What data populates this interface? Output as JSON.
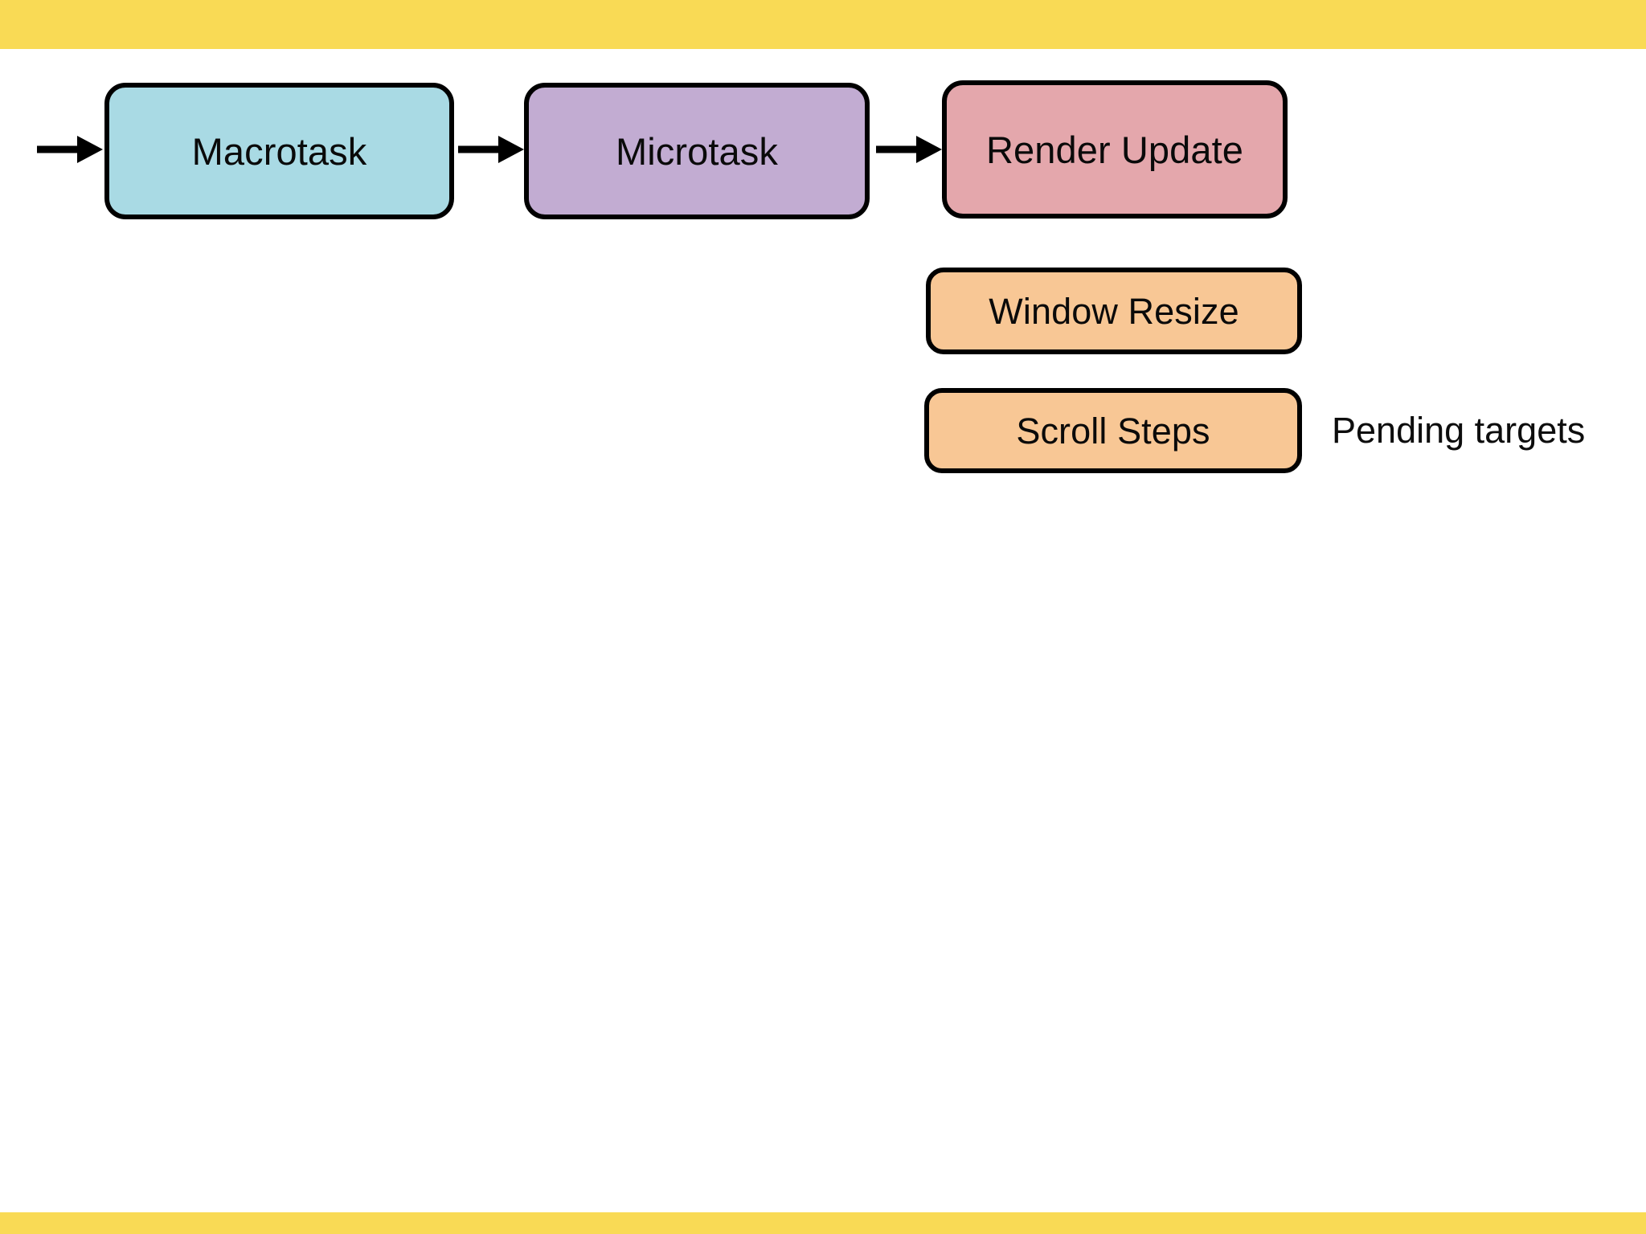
{
  "page": {
    "background_color": "#ffffff",
    "band_color": "#F9DA55"
  },
  "diagram": {
    "type": "flow-diagram",
    "title_text": "",
    "pipeline": [
      {
        "id": "macrotask",
        "label": "Macrotask",
        "fill": "#A9DAE4",
        "stroke": "#000000"
      },
      {
        "id": "microtask",
        "label": "Microtask",
        "fill": "#C2ACD2",
        "stroke": "#000000"
      },
      {
        "id": "render-update",
        "label": "Render Update",
        "fill": "#E4A7AC",
        "stroke": "#000000"
      }
    ],
    "pending": {
      "annotation": "Pending targets",
      "items": [
        {
          "id": "window-resize",
          "label": "Window Resize",
          "fill": "#F8C795",
          "stroke": "#000000"
        },
        {
          "id": "scroll-steps",
          "label": "Scroll Steps",
          "fill": "#F8C795",
          "stroke": "#000000"
        }
      ]
    },
    "arrows": [
      {
        "id": "entry",
        "from": "",
        "to": "macrotask"
      },
      {
        "id": "a",
        "from": "macrotask",
        "to": "microtask"
      },
      {
        "id": "b",
        "from": "microtask",
        "to": "render-update"
      }
    ]
  }
}
